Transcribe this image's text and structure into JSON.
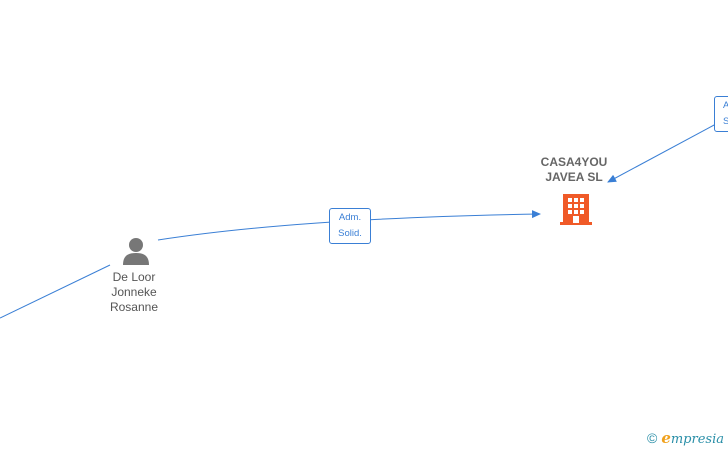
{
  "nodes": {
    "company": {
      "line1": "CASA4YOU",
      "line2": "JAVEA  SL",
      "icon": "building-icon",
      "color": "#f05a28"
    },
    "person": {
      "line1": "De Loor",
      "line2": "Jonneke",
      "line3": "Rosanne",
      "icon": "person-icon",
      "color": "#666666"
    }
  },
  "edges": {
    "person_to_company": {
      "line1": "Adm.",
      "line2": "Solid."
    },
    "offscreen_to_company": {
      "line1": "A",
      "line2": "S"
    }
  },
  "colors": {
    "edge": "#3a7fd5"
  },
  "footer": {
    "copyright_symbol": "©",
    "brand_first": "e",
    "brand_rest": "mpresia"
  }
}
